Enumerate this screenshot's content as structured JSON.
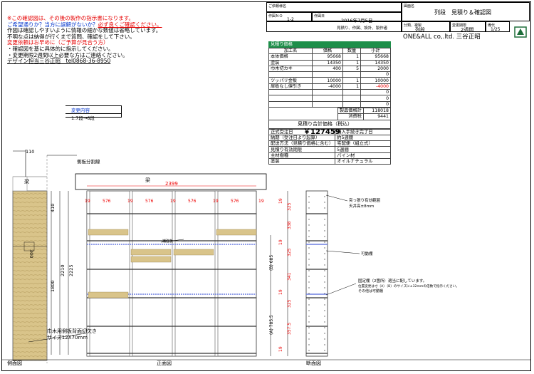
{
  "header": {
    "customer_label": "ご依頼様名",
    "drawing_name_label": "図面名",
    "drawing_name": "列段　見積り＆確認図",
    "drawing_no_label": "作図ＮＯ",
    "drawing_no": "1-2",
    "date_label": "作図日",
    "date": "2016年7月5日",
    "category_label": "分類、複製",
    "category": "列段",
    "period_label": "変更期限",
    "period": "2週間",
    "page_label": "備代",
    "page": "1/25",
    "roles": "見積り、作図、設計、製作者",
    "company": "ONE&ALL co,.ltd. 三谷正昭"
  },
  "notes": {
    "line1": "※この確認図は、その後の製作の指示書になります。",
    "line2a": "ご希望通りか？当方に誤解がないか？",
    "line2b": "必ず良くご確認ください。",
    "line3": "作図は確認しやすいように情報の細かな数値は省略しています。",
    "line4": "不明な点は納得が行くまで質問、確認をして下さい。",
    "line5": "変更依頼はお早めに（ご予算が見合う方）",
    "line6": "・確認図を基に具体的に指示してください。",
    "line7": "・変更期限2週間以上必要な方はご連絡ください。",
    "line8": "デザイン担当三谷正昭　tel0868-36-8950"
  },
  "change": {
    "title": "変更内容",
    "text": "1.7段→6段"
  },
  "estimate": {
    "title": "見積り価格",
    "headers": [
      "加工名",
      "価格",
      "数量",
      "小計"
    ],
    "rows": [
      [
        "本体価格",
        "95668",
        "1",
        "95668"
      ],
      [
        "塗装",
        "14350",
        "1",
        "14350"
      ],
      [
        "巾木切カキ",
        "400",
        "5",
        "2000"
      ],
      [
        "",
        "",
        "",
        "0"
      ],
      [
        "ツッパリ金板",
        "10000",
        "1",
        "10000"
      ],
      [
        "扉板なし値引き",
        "-4000",
        "1",
        "-4000"
      ],
      [
        "",
        "",
        "",
        "0"
      ],
      [
        "",
        "",
        "",
        "0"
      ],
      [
        "",
        "",
        "",
        "0"
      ]
    ],
    "sum_label": "製品価格計",
    "sum": "118018",
    "tax_label": "消費税",
    "tax": "9441",
    "total_label": "見積り合計価格（税込）",
    "total": "￥127459"
  },
  "info": [
    [
      "正式受注日",
      "購入手続き完了日"
    ],
    [
      "納期（受注日より起算）",
      "約5週間"
    ],
    [
      "配送方法（見積り価格に含む）",
      "宅配便（組立式）"
    ],
    [
      "見積り有効期限",
      "5週間"
    ],
    [
      "主材樹種",
      "パイン材"
    ],
    [
      "塗装",
      "オイルナチュラル"
    ]
  ],
  "drawing": {
    "side_partition": "側板分割線",
    "beam": "梁",
    "width_total": "2399",
    "dim_110": "110",
    "dim_300": "300",
    "dim_410": "410",
    "h1800": "1800",
    "h2210": "2210",
    "h2225": "2225",
    "col_widths": [
      "576",
      "576",
      "576",
      "576"
    ],
    "d19": "19",
    "reinforce": "補強板",
    "baseboard_note1": "巾木用側板背面切欠き",
    "baseboard_note2": "サイズ12X70mm",
    "side_view": "側面図",
    "front_view": "正面図",
    "section_view": "断面図",
    "note_top1": "突っ張り有効範囲",
    "note_top2": "天井高±8mm",
    "note_movable": "可動棚",
    "note_fixed1": "固定棚（2箇所）適当に配しています。",
    "note_fixed2": "位置変更は寸（A）（B）のサイズに±32mmの倍数で指示ください。",
    "note_fixed3": "その他は可動棚",
    "rdims": [
      "325",
      "338",
      "325",
      "341",
      "325",
      "357.5"
    ],
    "rdims_b": [
      "(B) 685",
      "(A) 785.5"
    ]
  }
}
